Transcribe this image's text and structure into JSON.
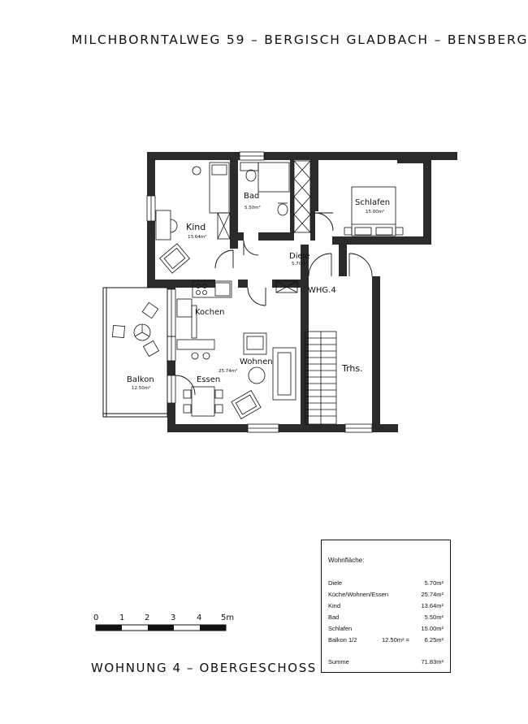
{
  "header": {
    "address": "MILCHBORNTALWEG 59  –  BERGISCH GLADBACH  –  BENSBERG"
  },
  "footer": {
    "unit_title": "WOHNUNG 4  –  OBERGESCHOSS"
  },
  "rooms": {
    "kind": {
      "name": "Kind",
      "area": "13.64m²"
    },
    "bad": {
      "name": "Bad",
      "area": "5.50m²"
    },
    "schlafen": {
      "name": "Schlafen",
      "area": "15.00m²"
    },
    "diele": {
      "name": "Diele",
      "area": "5.70m²"
    },
    "whg": {
      "name": "WHG.4"
    },
    "kochen": {
      "name": "Kochen"
    },
    "wohnen": {
      "name": "Wohnen",
      "area": "25.74m²"
    },
    "essen": {
      "name": "Essen"
    },
    "balkon": {
      "name": "Balkon",
      "area": "12.50m²"
    },
    "trhs": {
      "name": "Trhs."
    }
  },
  "area_table": {
    "heading": "Wohnfläche:",
    "rows": [
      {
        "name": "Diele",
        "value": "5.70m²"
      },
      {
        "name": "Küche/Wohnen/Essen",
        "value": "25.74m²"
      },
      {
        "name": "Kind",
        "value": "13.64m²"
      },
      {
        "name": "Bad",
        "value": "5.50m²"
      },
      {
        "name": "Schlafen",
        "value": "15.00m²"
      },
      {
        "name": "Balkon  1/2",
        "mid": "12.50m²  =",
        "value": "6.25m²"
      }
    ],
    "total": {
      "name": "Summe",
      "value": "71.83m²"
    }
  },
  "scale_bar": {
    "labels": [
      "0",
      "1",
      "2",
      "3",
      "4",
      "5m"
    ]
  }
}
